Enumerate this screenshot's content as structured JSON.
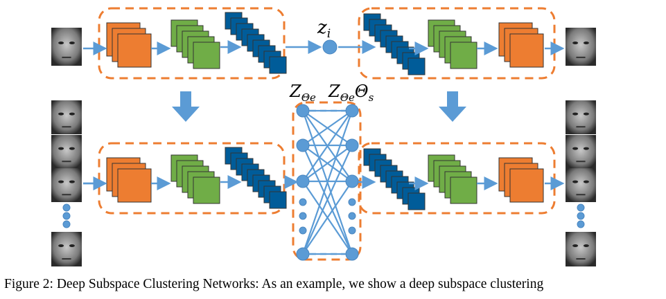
{
  "figure": {
    "labels": {
      "latent": "z",
      "latent_sub": "i",
      "self_expr_left": "Z",
      "self_expr_left_sub": "Θe",
      "self_expr_right": "Z",
      "self_expr_right_sub": "Θe",
      "self_expr_right_extra": "Θ",
      "self_expr_right_extra_sub": "s"
    },
    "colors": {
      "conv1": "#ED7D31",
      "conv2": "#70AD47",
      "conv3": "#005C99",
      "node": "#5B9BD5",
      "dashed_box": "#ED7D31",
      "arrow": "#5B9BD5"
    }
  },
  "caption": "Figure 2: Deep Subspace Clustering Networks: As an example, we show a deep subspace clustering"
}
